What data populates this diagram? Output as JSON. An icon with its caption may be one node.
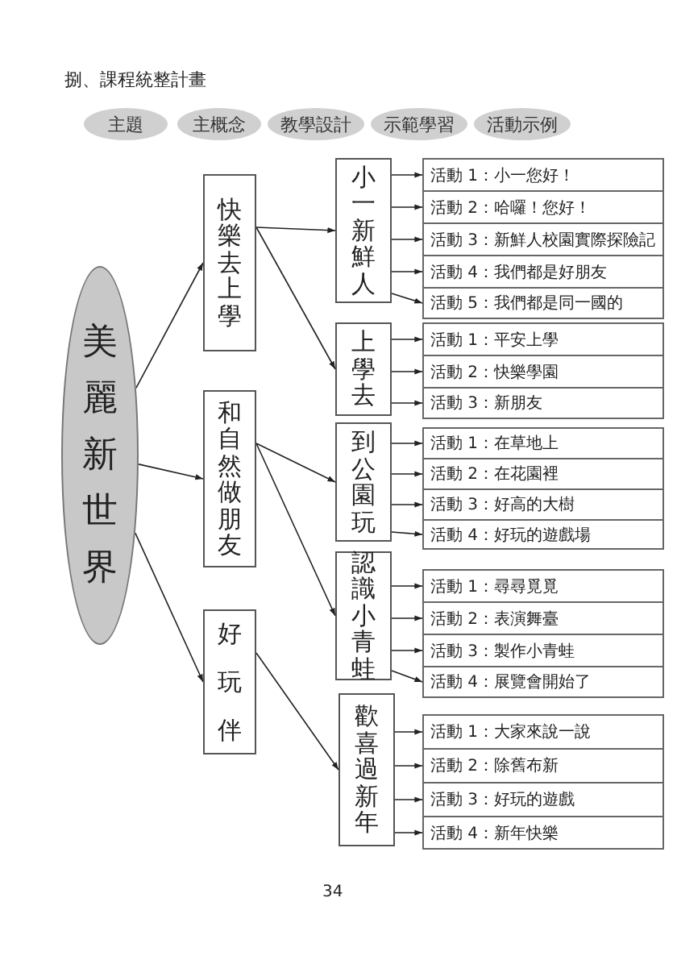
{
  "diagram": {
    "title": "捌、課程統整計畫",
    "nodes": [
      {
        "text": [
          "主題"
        ]
      },
      {
        "text": [
          "主概念"
        ]
      },
      {
        "text": [
          "教學設計"
        ]
      },
      {
        "text": [
          "示範學習"
        ]
      },
      {
        "text": [
          "活動示例"
        ]
      },
      {
        "text": [
          "美麗新世界"
        ]
      },
      {
        "text": [
          "快樂去上學"
        ]
      },
      {
        "text": [
          "和自然做朋友"
        ]
      },
      {
        "text": [
          "好玩伴"
        ]
      },
      {
        "text": [
          "小一新鮮人"
        ]
      },
      {
        "text": [
          "上學去"
        ]
      },
      {
        "text": [
          "到公園玩"
        ]
      },
      {
        "text": [
          "認識小青蛙"
        ]
      },
      {
        "text": [
          "歡喜過新年"
        ]
      },
      {
        "text": [
          "活動 1：小一您好！"
        ]
      },
      {
        "text": [
          "活動 2：哈囉！您好！"
        ]
      },
      {
        "text": [
          "活動 3：新鮮人校園實際探險記"
        ]
      },
      {
        "text": [
          "活動 4：我們都是好朋友"
        ]
      },
      {
        "text": [
          "活動 5：我們都是同一國的"
        ]
      },
      {
        "text": [
          "活動 1：平安上學"
        ]
      },
      {
        "text": [
          "活動 2：快樂學園"
        ]
      },
      {
        "text": [
          "活動 3：新朋友"
        ]
      },
      {
        "text": [
          "活動 1：在草地上"
        ]
      },
      {
        "text": [
          "活動 2：在花園裡"
        ]
      },
      {
        "text": [
          "活動 3：好高的大樹"
        ]
      },
      {
        "text": [
          "活動 4：好玩的遊戲場"
        ]
      },
      {
        "text": [
          "活動 1：尋尋覓覓"
        ]
      },
      {
        "text": [
          "活動 2：表演舞臺"
        ]
      },
      {
        "text": [
          "活動 3：製作小青蛙"
        ]
      },
      {
        "text": [
          "活動 4：展覽會開始了"
        ]
      },
      {
        "text": [
          "活動 1：大家來說一說"
        ]
      },
      {
        "text": [
          "活動 2：除舊布新"
        ]
      },
      {
        "text": [
          "活動 3：好玩的遊戲"
        ]
      },
      {
        "text": [
          "活動 4：新年快樂"
        ]
      }
    ],
    "edges": [
      {
        "from": 5,
        "to": 6,
        "arrow": "to"
      },
      {
        "from": 5,
        "to": 7,
        "arrow": "to"
      },
      {
        "from": 5,
        "to": 8,
        "arrow": "to"
      },
      {
        "from": 6,
        "to": 9,
        "arrow": "to"
      },
      {
        "from": 6,
        "to": 10,
        "arrow": "to"
      },
      {
        "from": 7,
        "to": 11,
        "arrow": "to"
      },
      {
        "from": 7,
        "to": 12,
        "arrow": "to"
      },
      {
        "from": 8,
        "to": 13,
        "arrow": "to"
      },
      {
        "from": 9,
        "to": 14,
        "arrow": "to"
      },
      {
        "from": 9,
        "to": 15,
        "arrow": "to"
      },
      {
        "from": 9,
        "to": 16,
        "arrow": "to"
      },
      {
        "from": 9,
        "to": 17,
        "arrow": "to"
      },
      {
        "from": 9,
        "to": 18,
        "arrow": "to"
      },
      {
        "from": 10,
        "to": 19,
        "arrow": "to"
      },
      {
        "from": 10,
        "to": 20,
        "arrow": "to"
      },
      {
        "from": 10,
        "to": 21,
        "arrow": "to"
      },
      {
        "from": 11,
        "to": 22,
        "arrow": "to"
      },
      {
        "from": 11,
        "to": 23,
        "arrow": "to"
      },
      {
        "from": 11,
        "to": 24,
        "arrow": "to"
      },
      {
        "from": 11,
        "to": 25,
        "arrow": "to"
      },
      {
        "from": 12,
        "to": 26,
        "arrow": "to"
      },
      {
        "from": 12,
        "to": 27,
        "arrow": "to"
      },
      {
        "from": 12,
        "to": 28,
        "arrow": "to"
      },
      {
        "from": 12,
        "to": 29,
        "arrow": "to"
      },
      {
        "from": 13,
        "to": 30,
        "arrow": "to"
      },
      {
        "from": 13,
        "to": 31,
        "arrow": "to"
      },
      {
        "from": 13,
        "to": 32,
        "arrow": "to"
      },
      {
        "from": 13,
        "to": 33,
        "arrow": "to"
      }
    ],
    "labels": [
      "34"
    ]
  }
}
